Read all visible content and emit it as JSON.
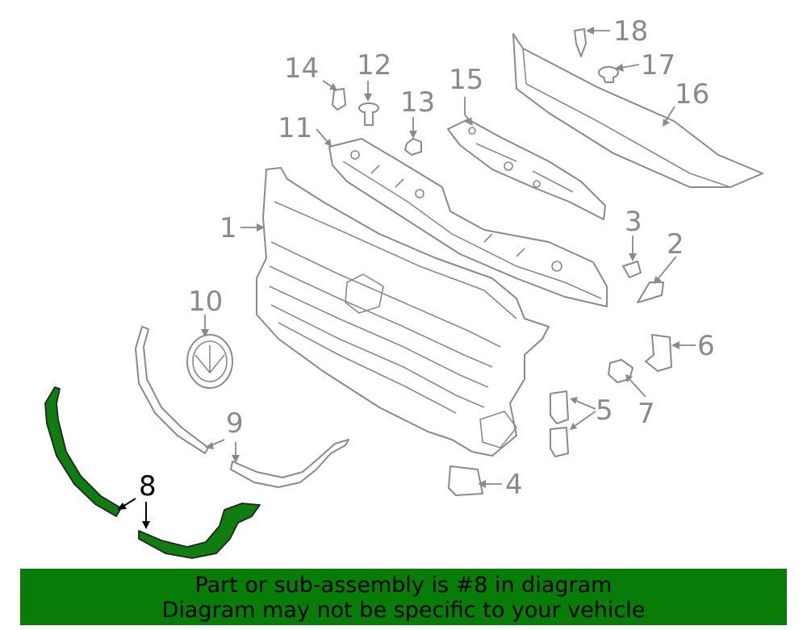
{
  "callouts": {
    "c1": "1",
    "c2": "2",
    "c3": "3",
    "c4": "4",
    "c5": "5",
    "c6": "6",
    "c7": "7",
    "c8": "8",
    "c9": "9",
    "c10": "10",
    "c11": "11",
    "c12": "12",
    "c13": "13",
    "c14": "14",
    "c15": "15",
    "c16": "16",
    "c17": "17",
    "c18": "18"
  },
  "highlight": {
    "part_number": "8",
    "color": "#0f7d0f"
  },
  "banner": {
    "line1": "Part or sub-assembly is #8 in diagram",
    "line2": "Diagram may not be specific to your vehicle",
    "color": "#077d07"
  }
}
